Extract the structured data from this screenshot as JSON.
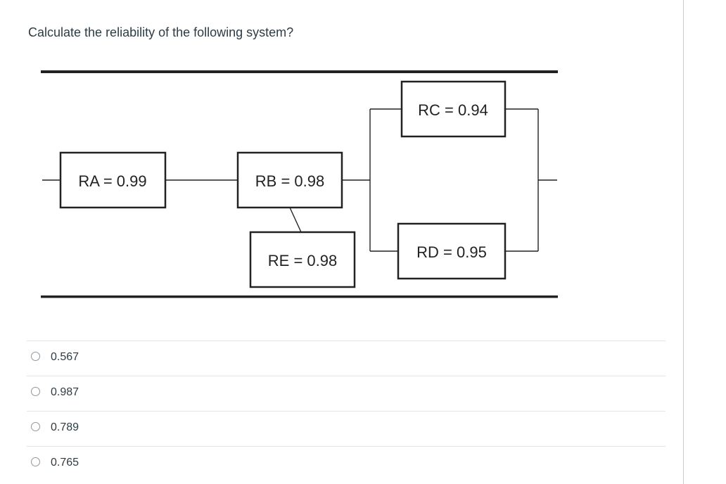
{
  "question": {
    "text": "Calculate the reliability of the following system?"
  },
  "diagram": {
    "blocks": [
      {
        "id": "RA",
        "label": "RA = 0.99",
        "reliability": 0.99
      },
      {
        "id": "RB",
        "label": "RB = 0.98",
        "reliability": 0.98
      },
      {
        "id": "RC",
        "label": "RC = 0.94",
        "reliability": 0.94
      },
      {
        "id": "RD",
        "label": "RD = 0.95",
        "reliability": 0.95
      },
      {
        "id": "RE",
        "label": "RE = 0.98",
        "reliability": 0.98
      }
    ]
  },
  "answers": [
    {
      "label": "0.567"
    },
    {
      "label": "0.987"
    },
    {
      "label": "0.789"
    },
    {
      "label": "0.765"
    }
  ]
}
